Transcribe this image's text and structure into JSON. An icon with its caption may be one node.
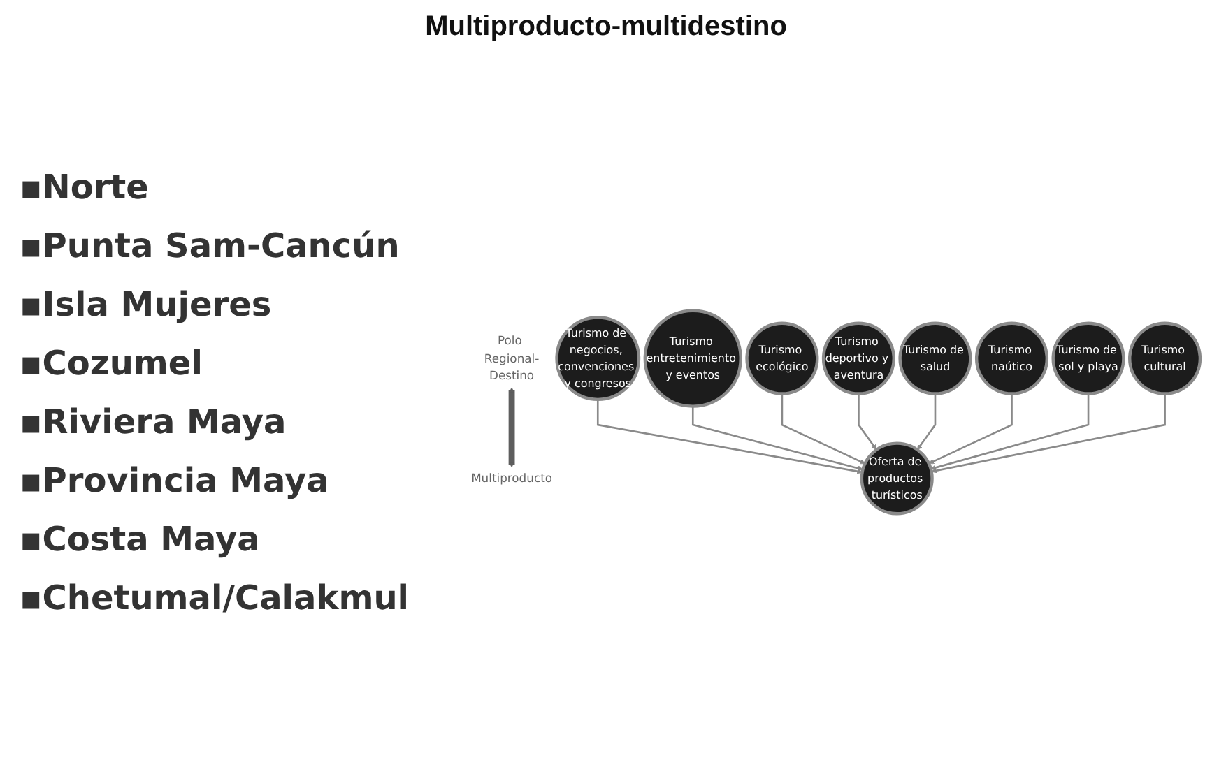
{
  "diagram": {
    "title": "Multiproducto-multidestino",
    "nodes": [
      {
        "text": [
          "Polo Regional-Destino"
        ]
      },
      {
        "text": [
          "Multiproducto"
        ]
      },
      {
        "text": [
          "Turismo de negocios, convenciones y congresos"
        ]
      },
      {
        "text": [
          "Turismo entretenimiento y eventos"
        ]
      },
      {
        "text": [
          "Turismo ecológico"
        ]
      },
      {
        "text": [
          "Turismo deportivo y aventura"
        ]
      },
      {
        "text": [
          "Oferta de productos turísticos"
        ]
      },
      {
        "text": [
          "Turismo de salud"
        ]
      },
      {
        "text": [
          "Turismo naútico"
        ]
      },
      {
        "text": [
          "Turismo de sol y playa"
        ]
      },
      {
        "text": [
          "Turismo cultural"
        ]
      }
    ],
    "edges": [
      {
        "from": 0,
        "to": 1,
        "arrow": "both",
        "style": "thick"
      },
      {
        "from": 2,
        "to": 6,
        "arrow": "to"
      },
      {
        "from": 3,
        "to": 6,
        "arrow": "to"
      },
      {
        "from": 4,
        "to": 6,
        "arrow": "to"
      },
      {
        "from": 5,
        "to": 6,
        "arrow": "to"
      },
      {
        "from": 7,
        "to": 6,
        "arrow": "to"
      },
      {
        "from": 8,
        "to": 6,
        "arrow": "to"
      },
      {
        "from": 9,
        "to": 6,
        "arrow": "to"
      },
      {
        "from": 10,
        "to": 6,
        "arrow": "to"
      }
    ],
    "labels": [
      "▪Norte",
      "▪Punta Sam-Cancún",
      "▪Isla Mujeres",
      "▪Cozumel",
      "▪Riviera Maya",
      "▪Provincia Maya",
      "▪Costa Maya",
      "▪Chetumal/Calakmul"
    ]
  }
}
